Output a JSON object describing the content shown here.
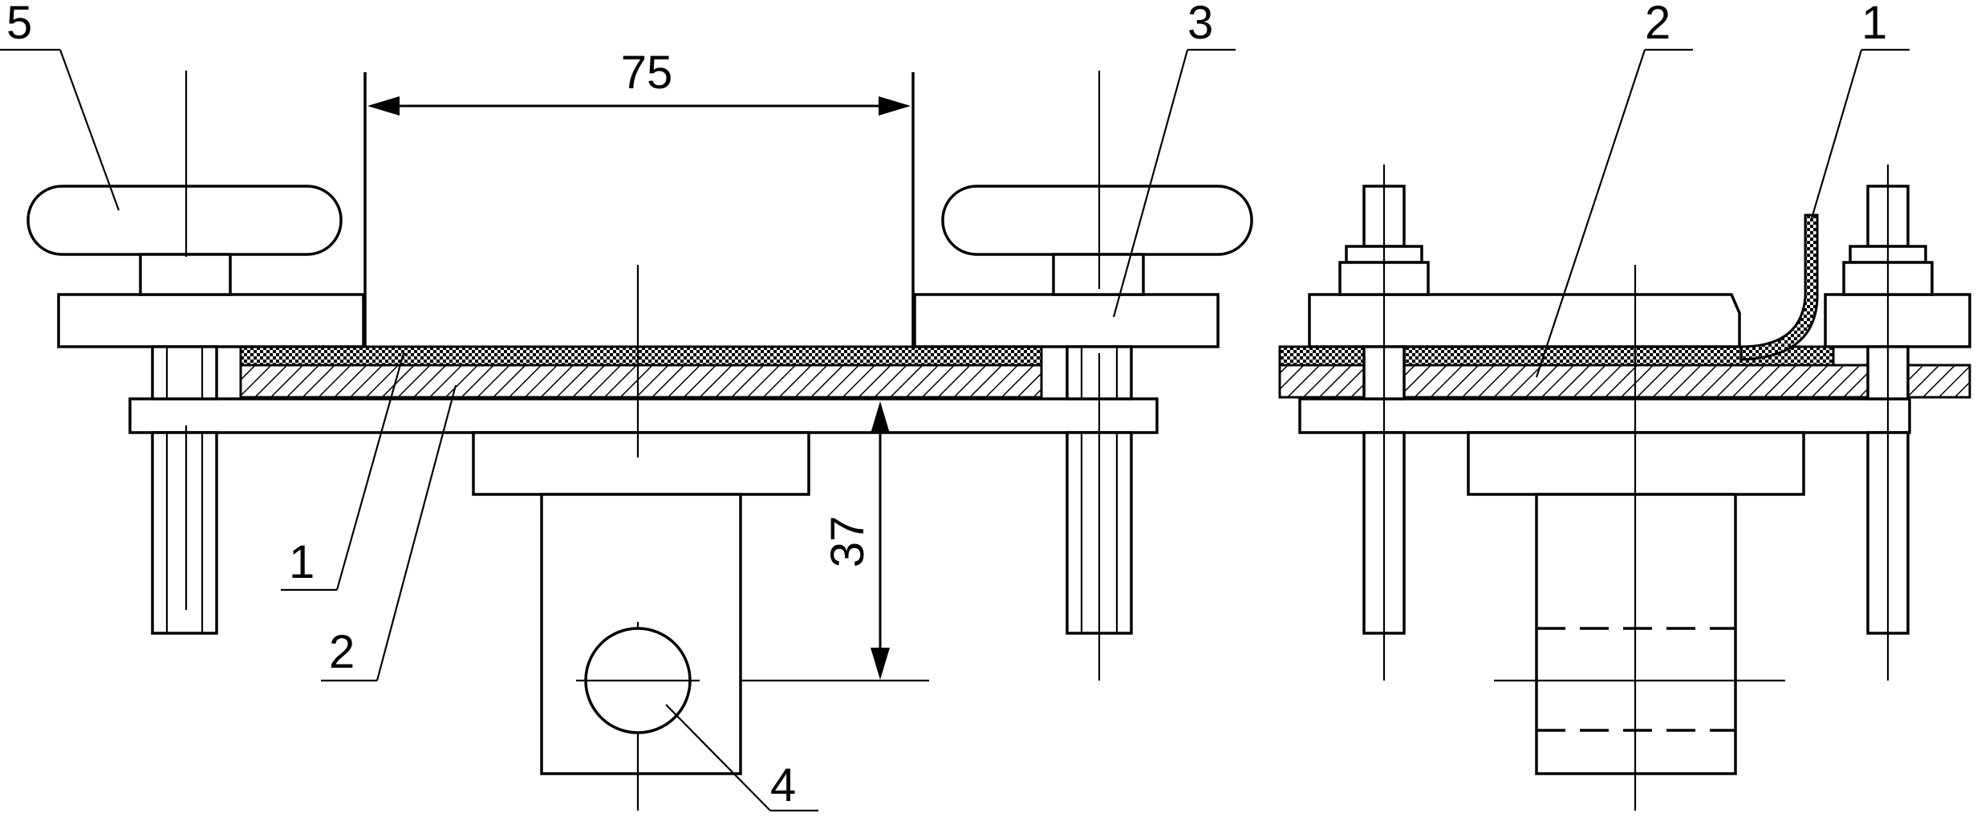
{
  "dimensions": {
    "width": "75",
    "height": "37"
  },
  "callouts": {
    "left": {
      "label_5": "5",
      "label_3": "3",
      "label_1": "1",
      "label_2": "2",
      "label_4": "4"
    },
    "right": {
      "label_2": "2",
      "label_1": "1"
    }
  },
  "colors": {
    "line": "#000000",
    "background": "#ffffff"
  }
}
